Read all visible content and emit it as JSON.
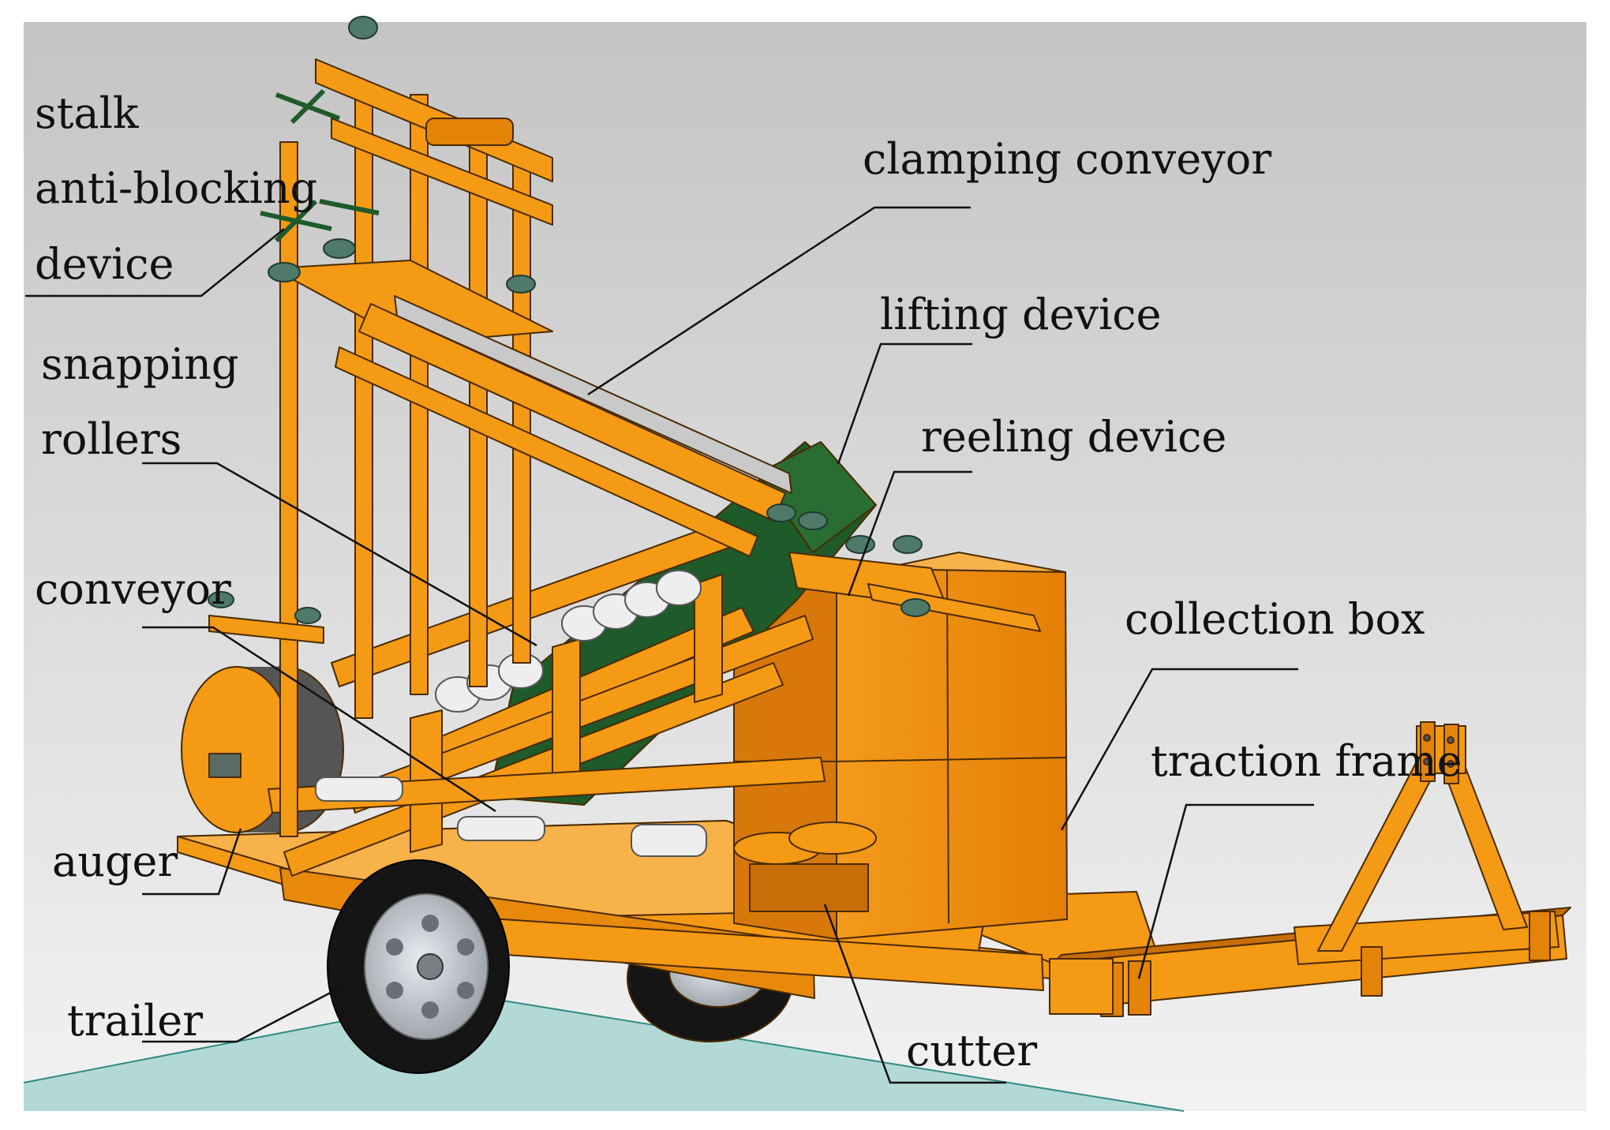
{
  "labels": {
    "stalk_1": "stalk",
    "stalk_2": "anti-blocking",
    "stalk_3": "device",
    "clamping": "clamping conveyor",
    "lifting": "lifting device",
    "snapping_1": "snapping",
    "snapping_2": "rollers",
    "reeling": "reeling device",
    "conveyor": "conveyor",
    "collection": "collection box",
    "traction": "traction frame",
    "auger": "auger",
    "trailer": "trailer",
    "cutter": "cutter"
  },
  "colors": {
    "frame": "#f59a14",
    "frame_dark": "#c86e06",
    "edge": "#4a2a00",
    "box": "#f08c0a",
    "belt": "#1e5a2a",
    "ground": "#b3d9d6",
    "sky_top": "#c7c7c7",
    "sky_bottom": "#f1f1f1",
    "leader": "#111111",
    "tire": "#151515",
    "rim": "#c8ccd2"
  }
}
